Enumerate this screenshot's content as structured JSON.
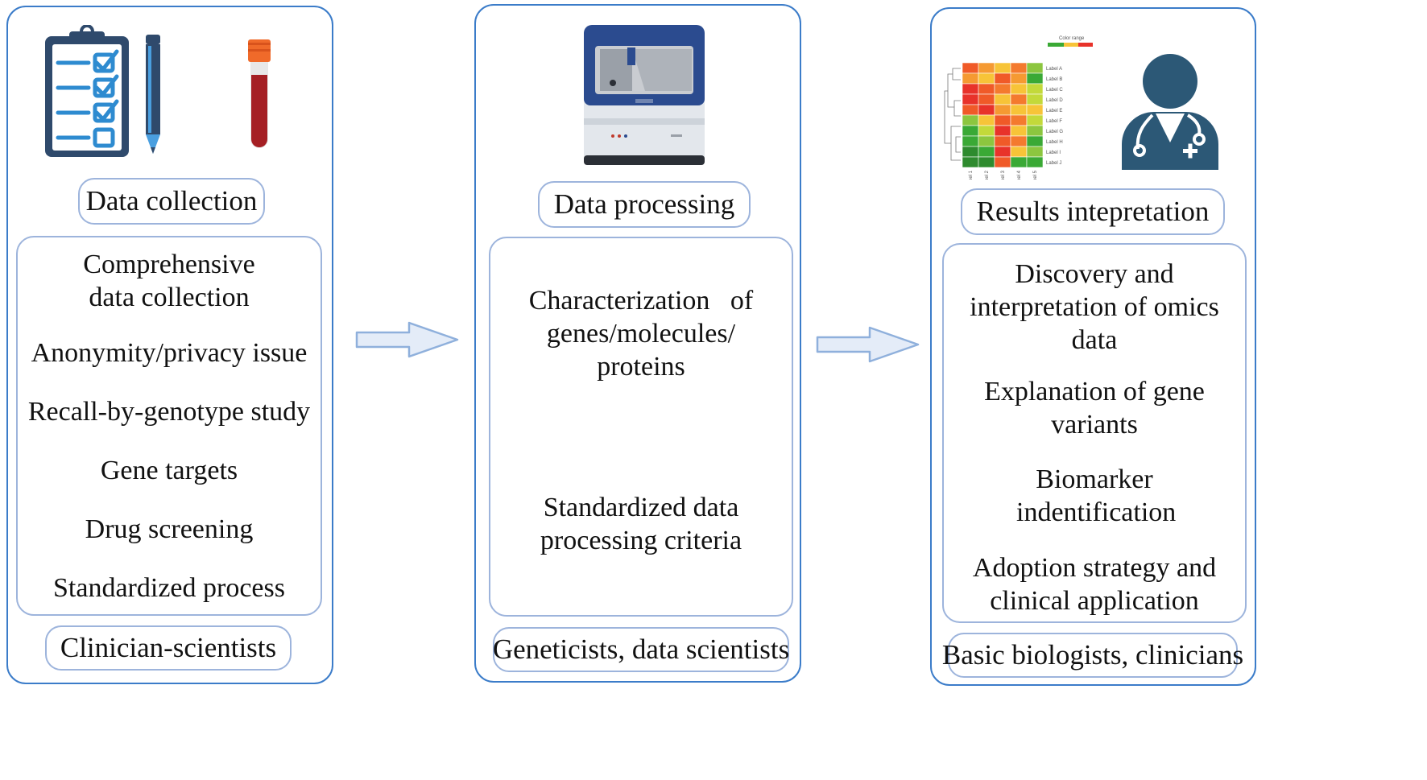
{
  "panels": [
    {
      "id": "collection",
      "title": "Data collection",
      "items": [
        "Comprehensive data collection",
        "Anonymity/privacy issue",
        "Recall-by-genotype study",
        "Gene targets",
        "Drug screening",
        "Standardized process"
      ],
      "role": "Clinician-scientists",
      "icons": [
        "clipboard-checklist-icon",
        "pencil-icon",
        "blood-tube-icon"
      ]
    },
    {
      "id": "processing",
      "title": "Data processing",
      "items": [
        "Characterization   of genes/molecules/ proteins",
        "Standardized data processing criteria"
      ],
      "role": "Geneticists, data scientists",
      "icons": [
        "sequencer-machine-icon"
      ]
    },
    {
      "id": "interpretation",
      "title": "Results intepretation",
      "items": [
        "Discovery and interpretation of omics data",
        "Explanation of gene variants",
        "Biomarker indentification",
        "Adoption strategy and clinical application"
      ],
      "role": "Basic biologists, clinicians",
      "icons": [
        "heatmap-icon",
        "doctor-icon"
      ]
    }
  ],
  "heatmap": {
    "legend_label": "Color range",
    "row_labels": [
      "Label A",
      "Label B",
      "Label C",
      "Label D",
      "Label E",
      "Label F",
      "Label G",
      "Label H",
      "Label I",
      "Label J"
    ],
    "col_labels": [
      "Label 1",
      "Label 2",
      "Label 3",
      "Label 4",
      "Label 5"
    ],
    "colors": [
      [
        "#f05a28",
        "#f59a32",
        "#f7c438",
        "#f47a2e",
        "#8cc63f"
      ],
      [
        "#f59a32",
        "#f7c438",
        "#f05a28",
        "#f59a32",
        "#3aa935"
      ],
      [
        "#e8322a",
        "#f05a28",
        "#f47a2e",
        "#f7c438",
        "#c3d93a"
      ],
      [
        "#e8322a",
        "#f05a28",
        "#f7c438",
        "#f47a2e",
        "#c3d93a"
      ],
      [
        "#f05a28",
        "#e8322a",
        "#f59a32",
        "#f7c438",
        "#f7c438"
      ],
      [
        "#8cc63f",
        "#f7c438",
        "#f05a28",
        "#f47a2e",
        "#c3d93a"
      ],
      [
        "#3aa935",
        "#c3d93a",
        "#e8322a",
        "#f7c438",
        "#8cc63f"
      ],
      [
        "#3aa935",
        "#8cc63f",
        "#f05a28",
        "#f47a2e",
        "#3aa935"
      ],
      [
        "#2e8b2e",
        "#3aa935",
        "#e8322a",
        "#f7c438",
        "#8cc63f"
      ],
      [
        "#2e8b2e",
        "#2e8b2e",
        "#f05a28",
        "#3aa935",
        "#3aa935"
      ]
    ]
  },
  "colors": {
    "panel_border": "#3b7cc9",
    "box_border": "#9db4dc",
    "arrow_fill": "#e4ecf8",
    "arrow_stroke": "#8fb0dc",
    "icon_navy": "#2f4a6c",
    "doctor": "#2c5876"
  }
}
